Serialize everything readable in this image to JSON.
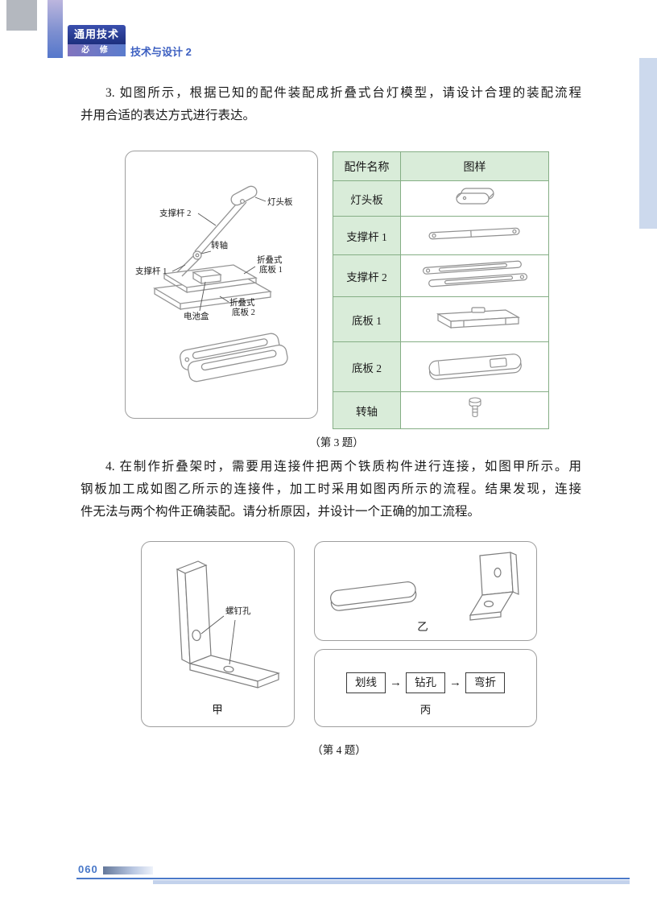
{
  "header": {
    "subject_badge": "通用技术",
    "level_badge": "必 修",
    "course": "技术与设计 2"
  },
  "question3": {
    "lines": [
      "3. 如图所示，根据已知的配件装配成折叠式台灯模型，请设计合理的装配流程",
      "并用合适的表达方式进行表达。"
    ],
    "caption": "（第 3 题）",
    "diagram_labels": {
      "support_rod_2": "支撑杆 2",
      "lamp_head_board": "灯头板",
      "shaft": "转轴",
      "support_rod_1": "支撑杆 1",
      "folding_1_line1": "折叠式",
      "folding_1_line2": "底板 1",
      "battery_box": "电池盒",
      "folding_2_line1": "折叠式",
      "folding_2_line2": "底板 2"
    },
    "table": {
      "col_name": "配件名称",
      "col_image": "图样",
      "rows": [
        {
          "name": "灯头板"
        },
        {
          "name": "支撑杆 1"
        },
        {
          "name": "支撑杆 2"
        },
        {
          "name": "底板 1"
        },
        {
          "name": "底板 2"
        },
        {
          "name": "转轴"
        }
      ]
    }
  },
  "question4": {
    "lines": [
      "4. 在制作折叠架时，需要用连接件把两个铁质构件进行连接，如图甲所示。用",
      "钢板加工成如图乙所示的连接件，加工时采用如图丙所示的流程。结果发现，连接",
      "件无法与两个构件正确装配。请分析原因，并设计一个正确的加工流程。"
    ],
    "caption": "（第 4 题）",
    "figures": {
      "jia": "甲",
      "yi": "乙",
      "bing": "丙",
      "screw_hole": "螺钉孔",
      "arrow": "→",
      "flow": [
        "划线",
        "钻孔",
        "弯折"
      ]
    }
  },
  "footer": {
    "page_number": "060"
  }
}
